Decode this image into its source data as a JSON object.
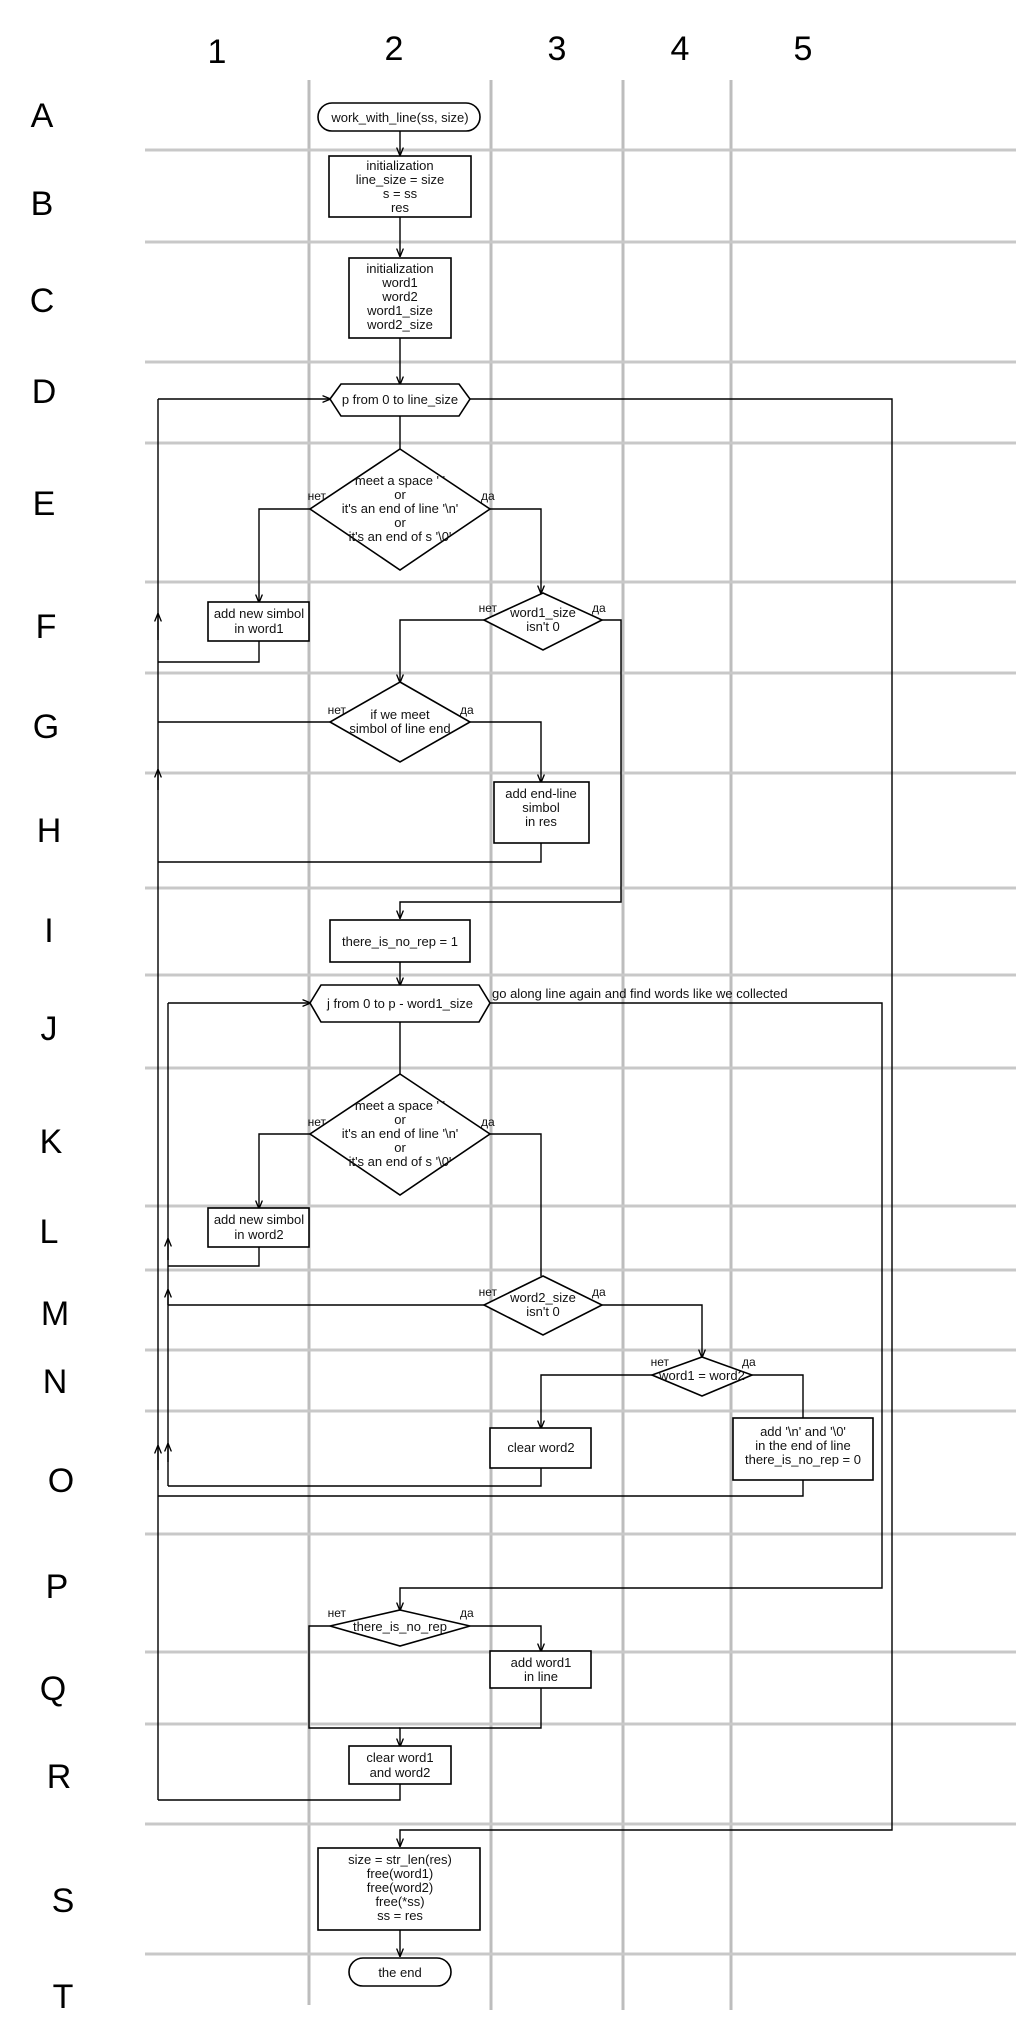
{
  "columns": [
    "1",
    "2",
    "3",
    "4",
    "5"
  ],
  "rows": [
    "A",
    "B",
    "C",
    "D",
    "E",
    "F",
    "G",
    "H",
    "I",
    "J",
    "K",
    "L",
    "M",
    "N",
    "O",
    "P",
    "Q",
    "R",
    "S",
    "T"
  ],
  "nodes": {
    "start": "work_with_line(ss, size)",
    "init1": [
      "initialization",
      "line_size = size",
      "s = ss",
      "res"
    ],
    "init2": [
      "initialization",
      "word1",
      "word2",
      "word1_size",
      "word2_size"
    ],
    "loop_p": "p from 0 to line_size",
    "cond_space1": [
      "meet a space ' '",
      "or",
      "it's an end of line '\\n'",
      "or",
      "it's an end of s '\\0'"
    ],
    "add_w1": [
      "add new simbol",
      "in word1"
    ],
    "cond_w1size": [
      "word1_size",
      "isn't 0"
    ],
    "cond_lineend": [
      "if we meet",
      "simbol of line end"
    ],
    "add_endline": [
      "add end-line",
      "simbol",
      "in res"
    ],
    "norep1": "there_is_no_rep = 1",
    "loop_j": "j from 0 to p - word1_size",
    "loop_j_note": "go along line again and find words like we collected",
    "cond_space2": [
      "meet a space ' '",
      "or",
      "it's an end of line '\\n'",
      "or",
      "it's an end of s '\\0'"
    ],
    "add_w2": [
      "add new simbol",
      "in word2"
    ],
    "cond_w2size": [
      "word2_size",
      "isn't 0"
    ],
    "cond_eq": "word1 = word2",
    "clear_w2": "clear word2",
    "add_nl": [
      "add '\\n' and '\\0'",
      "in the end of line",
      "there_is_no_rep = 0"
    ],
    "cond_norep": "there_is_no_rep",
    "add_w1_line": [
      "add word1",
      "in line"
    ],
    "clear_both": [
      "clear word1",
      "and word2"
    ],
    "final": [
      "size = str_len(res)",
      "free(word1)",
      "free(word2)",
      "free(*ss)",
      "ss = res"
    ],
    "end": "the end"
  },
  "branch_labels": {
    "no": "нет",
    "yes": "да"
  }
}
